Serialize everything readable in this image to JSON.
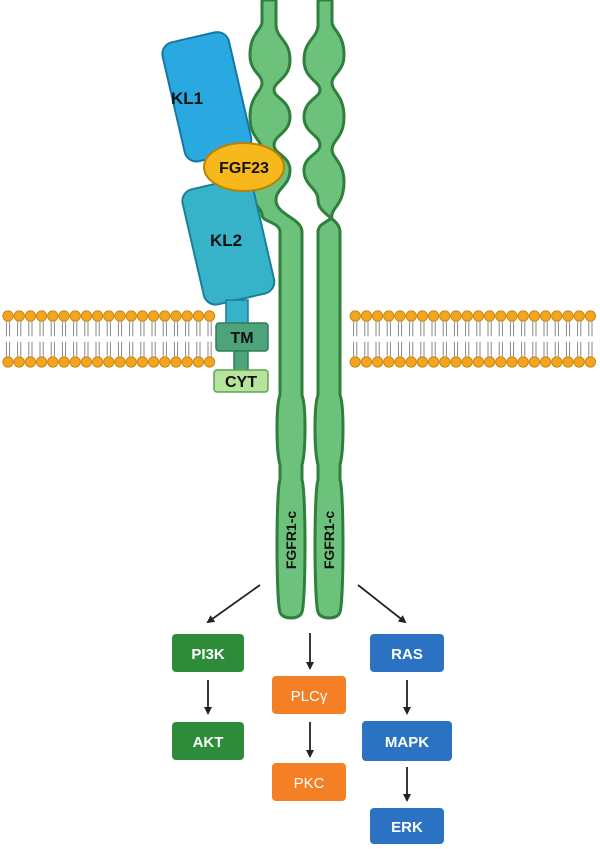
{
  "colors": {
    "background": "#ffffff",
    "receptor_fill": "#6cc27a",
    "receptor_stroke": "#2f7f3d",
    "klotho_fill": "#29a9df",
    "klotho_stroke": "#1577a8",
    "kl2_fill": "#37b3c9",
    "fgf23_fill": "#f7b81b",
    "fgf23_stroke": "#b88208",
    "tm_fill": "#4da47a",
    "cyt_fill": "#b8e39c",
    "lipid_head": "#f2a51e",
    "lipid_tail": "#8a8a8a",
    "pi3k_fill": "#2e8b3a",
    "plc_fill": "#f47f25",
    "ras_fill": "#2b72c2",
    "arrow": "#222222"
  },
  "labels": {
    "kl1": "KL1",
    "kl2": "KL2",
    "fgf23": "FGF23",
    "tm": "TM",
    "cyt": "CYT",
    "receptor_left": "FGFR1-c",
    "receptor_right": "FGFR1-c"
  },
  "pathways": {
    "left": [
      "PI3K",
      "AKT"
    ],
    "middle": [
      "PLCγ",
      "PKC"
    ],
    "right": [
      "RAS",
      "MAPK",
      "ERK"
    ]
  }
}
